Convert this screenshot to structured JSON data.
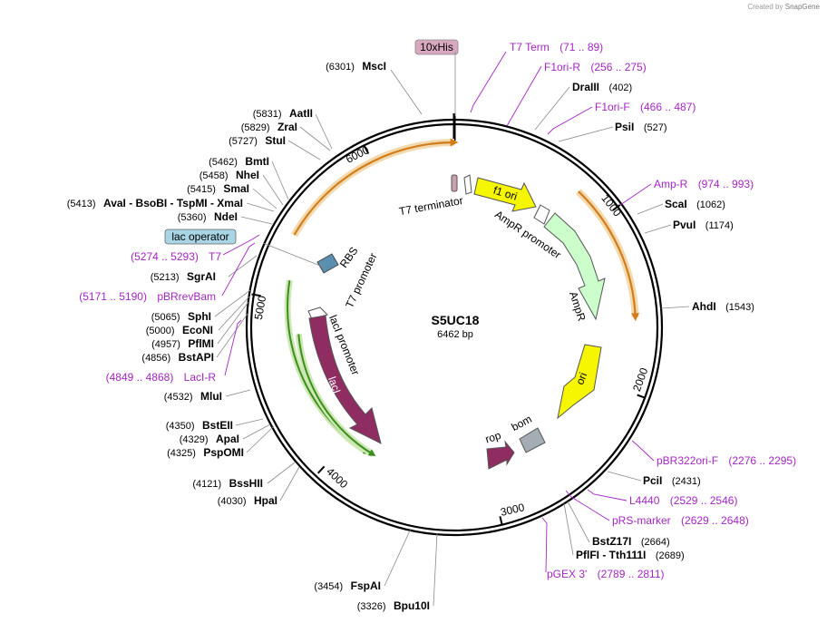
{
  "credit": {
    "prefix": "Created by",
    "brand": "SnapGene"
  },
  "plasmid": {
    "name": "S5UC18",
    "length_label": "6462 bp",
    "length": 6462
  },
  "ticks": [
    "1000",
    "2000",
    "3000",
    "4000",
    "5000",
    "6000"
  ],
  "boxes": {
    "his": "10xHis",
    "lac_op": "lac operator"
  },
  "features": {
    "t7_term": "T7 terminator",
    "f1_ori": "f1 ori",
    "ampr_prom": "AmpR promoter",
    "ampr": "AmpR",
    "ori": "ori",
    "rop": "rop",
    "bom": "bom",
    "rbs": "RBS",
    "t7_prom": "T7 promoter",
    "laci_prom": "lacI promoter",
    "laci": "lacI"
  },
  "sites": [
    {
      "name": "MscI",
      "pos": "(6301)",
      "bp": 6301
    },
    {
      "name": "AatII",
      "pos": "(5831)",
      "bp": 5831
    },
    {
      "name": "ZraI",
      "pos": "(5829)",
      "bp": 5829
    },
    {
      "name": "StuI",
      "pos": "(5727)",
      "bp": 5727
    },
    {
      "name": "BmtI",
      "pos": "(5462)",
      "bp": 5462
    },
    {
      "name": "NheI",
      "pos": "(5458)",
      "bp": 5458
    },
    {
      "name": "SmaI",
      "pos": "(5415)",
      "bp": 5415
    },
    {
      "name": "AvaI  - BsoBI  - TspMI  - XmaI",
      "pos": "(5413)",
      "bp": 5413
    },
    {
      "name": "NdeI",
      "pos": "(5360)",
      "bp": 5360
    },
    {
      "name": "SgrAI",
      "pos": "(5213)",
      "bp": 5213
    },
    {
      "name": "SphI",
      "pos": "(5065)",
      "bp": 5065
    },
    {
      "name": "EcoNI",
      "pos": "(5000)",
      "bp": 5000
    },
    {
      "name": "PflMI",
      "pos": "(4957)",
      "bp": 4957
    },
    {
      "name": "BstAPI",
      "pos": "(4856)",
      "bp": 4856
    },
    {
      "name": "MluI",
      "pos": "(4532)",
      "bp": 4532
    },
    {
      "name": "BstEII",
      "pos": "(4350)",
      "bp": 4350
    },
    {
      "name": "ApaI",
      "pos": "(4329)",
      "bp": 4329
    },
    {
      "name": "PspOMI",
      "pos": "(4325)",
      "bp": 4325
    },
    {
      "name": "BssHII",
      "pos": "(4121)",
      "bp": 4121
    },
    {
      "name": "HpaI",
      "pos": "(4030)",
      "bp": 4030
    },
    {
      "name": "FspAI",
      "pos": "(3454)",
      "bp": 3454
    },
    {
      "name": "Bpu10I",
      "pos": "(3326)",
      "bp": 3326
    },
    {
      "name": "DraIII",
      "pos": "(402)",
      "bp": 402
    },
    {
      "name": "PsiI",
      "pos": "(527)",
      "bp": 527
    },
    {
      "name": "ScaI",
      "pos": "(1062)",
      "bp": 1062
    },
    {
      "name": "PvuI",
      "pos": "(1174)",
      "bp": 1174
    },
    {
      "name": "AhdI",
      "pos": "(1543)",
      "bp": 1543
    },
    {
      "name": "PciI",
      "pos": "(2431)",
      "bp": 2431
    },
    {
      "name": "BstZ17I",
      "pos": "(2664)",
      "bp": 2664
    },
    {
      "name": "PflFI  - Tth111I",
      "pos": "(2689)",
      "bp": 2689
    }
  ],
  "primers": [
    {
      "name": "T7 Term",
      "range": "(71 .. 89)",
      "start": 71,
      "end": 89
    },
    {
      "name": "F1ori-R",
      "range": "(256 .. 275)",
      "start": 256,
      "end": 275
    },
    {
      "name": "F1ori-F",
      "range": "(466 .. 487)",
      "start": 466,
      "end": 487
    },
    {
      "name": "Amp-R",
      "range": "(974 .. 993)",
      "start": 974,
      "end": 993
    },
    {
      "name": "pBR322ori-F",
      "range": "(2276 .. 2295)",
      "start": 2276,
      "end": 2295
    },
    {
      "name": "L4440",
      "range": "(2529 .. 2546)",
      "start": 2529,
      "end": 2546
    },
    {
      "name": "pRS-marker",
      "range": "(2629 .. 2648)",
      "start": 2629,
      "end": 2648
    },
    {
      "name": "pGEX 3'",
      "range": "(2789 .. 2811)",
      "start": 2789,
      "end": 2811
    },
    {
      "name": "T7",
      "range": "(5274 .. 5293)",
      "start": 5274,
      "end": 5293
    },
    {
      "name": "pBRrevBam",
      "range": "(5171 .. 5190)",
      "start": 5171,
      "end": 5190
    },
    {
      "name": "LacI-R",
      "range": "(4849 .. 4868)",
      "start": 4849,
      "end": 4868
    }
  ]
}
